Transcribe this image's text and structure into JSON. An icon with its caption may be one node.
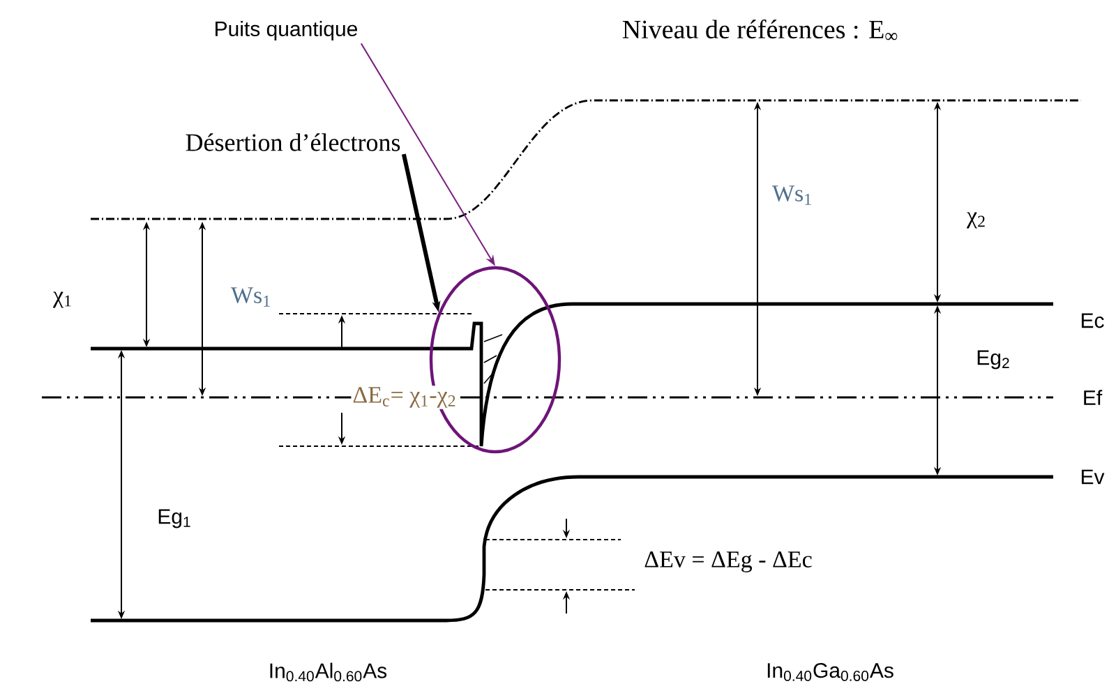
{
  "diagram": {
    "nodes": [
      {
        "text": [
          "Puits quantique"
        ]
      },
      {
        "text": [
          "Désertion d’électrons"
        ]
      },
      {
        "text": [],
        "shape": "ellipse"
      }
    ],
    "edges": [
      {
        "from": 0,
        "to": 2,
        "arrow": "to",
        "color": "#7b1f80"
      },
      {
        "from": 1,
        "to": 2,
        "arrow": "to",
        "style": "thick",
        "color": "#000000"
      }
    ],
    "labels": [
      "Niveau de références : E$_{∞}$",
      "χ$_{1}$",
      "Ws$_{1}$",
      "Ws$_{1}$",
      "χ$_{2}$",
      "Ec",
      "Eg$_{2}$",
      "ΔE$_{c}$= χ$_{1}$-χ$_{2}$",
      "Ef",
      "Ev",
      "Eg$_{1}$",
      "ΔEv = ΔEg - ΔEc",
      "In$_{0.40}$Al$_{0.60}$As",
      "In$_{0.40}$Ga$_{0.60}$As"
    ]
  }
}
